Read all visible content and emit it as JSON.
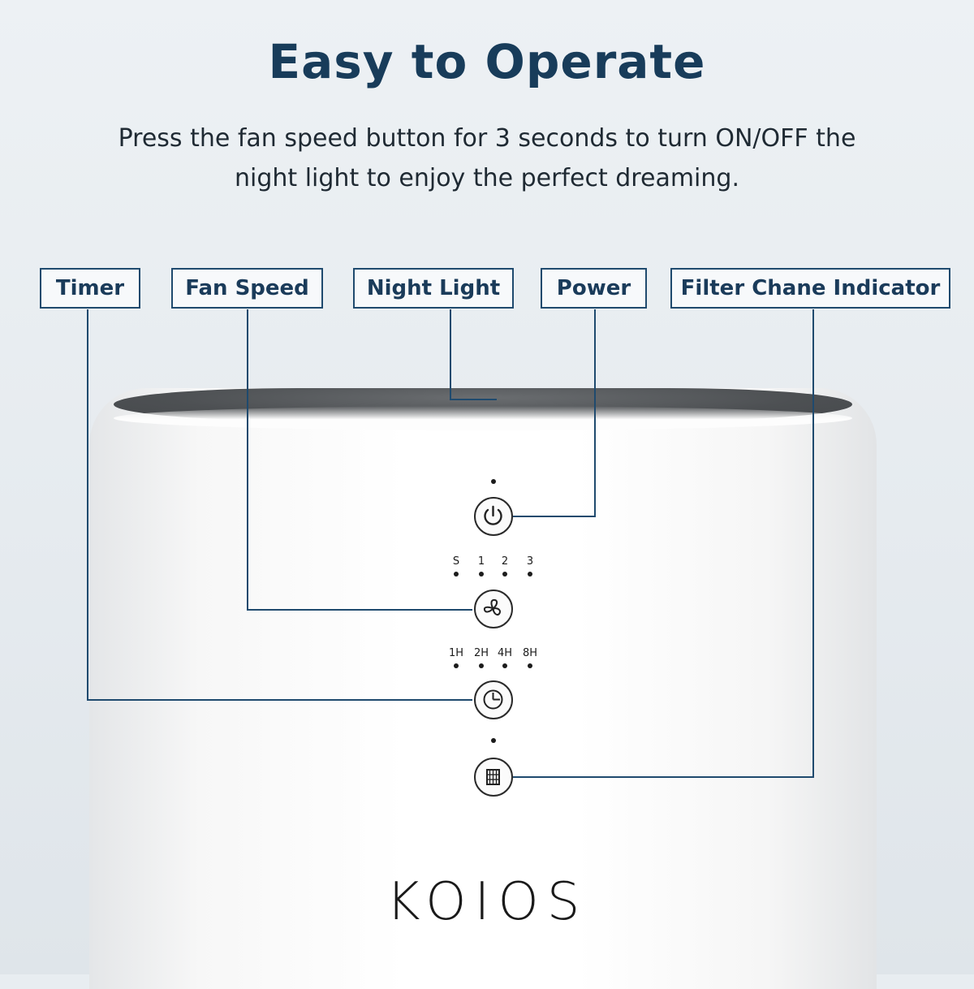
{
  "header": {
    "title": "Easy to Operate",
    "subtitle_line1": "Press the fan speed button for 3 seconds to turn ON/OFF the",
    "subtitle_line2": "night light to enjoy the perfect dreaming."
  },
  "callouts": {
    "timer": "Timer",
    "fan_speed": "Fan Speed",
    "night_light": "Night Light",
    "power": "Power",
    "filter": "Filter Chane Indicator"
  },
  "panel": {
    "fan_levels": [
      "S",
      "1",
      "2",
      "3"
    ],
    "timer_levels": [
      "1H",
      "2H",
      "4H",
      "8H"
    ],
    "buttons": [
      "power-icon",
      "fan-icon",
      "timer-icon",
      "filter-icon"
    ]
  },
  "brand": "KOIOS",
  "colors": {
    "label_border": "#1f4a6e",
    "title": "#183c5a",
    "lines": "#1f4a6e"
  }
}
